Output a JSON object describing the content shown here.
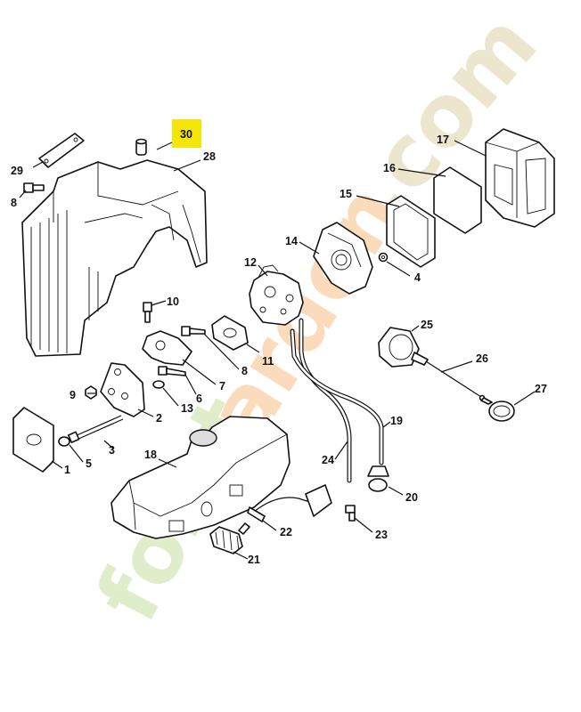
{
  "highlight_color": "#f5e60a",
  "watermark": {
    "text_part1": "foret",
    "text_part2": "garden",
    "text_part3": ".com",
    "colors": {
      "green": "#c8dfa0",
      "orange": "#f6c186",
      "tan": "#e0d2a8"
    }
  },
  "parts": [
    {
      "id": "30",
      "label": "30",
      "highlighted": true
    },
    {
      "id": "29",
      "label": "29"
    },
    {
      "id": "28",
      "label": "28"
    },
    {
      "id": "8a",
      "label": "8"
    },
    {
      "id": "17",
      "label": "17"
    },
    {
      "id": "16",
      "label": "16"
    },
    {
      "id": "15",
      "label": "15"
    },
    {
      "id": "14",
      "label": "14"
    },
    {
      "id": "4",
      "label": "4"
    },
    {
      "id": "12",
      "label": "12"
    },
    {
      "id": "10",
      "label": "10"
    },
    {
      "id": "11",
      "label": "11"
    },
    {
      "id": "8b",
      "label": "8"
    },
    {
      "id": "7",
      "label": "7"
    },
    {
      "id": "9",
      "label": "9"
    },
    {
      "id": "6",
      "label": "6"
    },
    {
      "id": "13",
      "label": "13"
    },
    {
      "id": "2",
      "label": "2"
    },
    {
      "id": "3",
      "label": "3"
    },
    {
      "id": "5",
      "label": "5"
    },
    {
      "id": "1",
      "label": "1"
    },
    {
      "id": "25",
      "label": "25"
    },
    {
      "id": "26",
      "label": "26"
    },
    {
      "id": "27",
      "label": "27"
    },
    {
      "id": "19",
      "label": "19"
    },
    {
      "id": "24",
      "label": "24"
    },
    {
      "id": "18",
      "label": "18"
    },
    {
      "id": "20",
      "label": "20"
    },
    {
      "id": "22",
      "label": "22"
    },
    {
      "id": "23",
      "label": "23"
    },
    {
      "id": "21",
      "label": "21"
    }
  ]
}
